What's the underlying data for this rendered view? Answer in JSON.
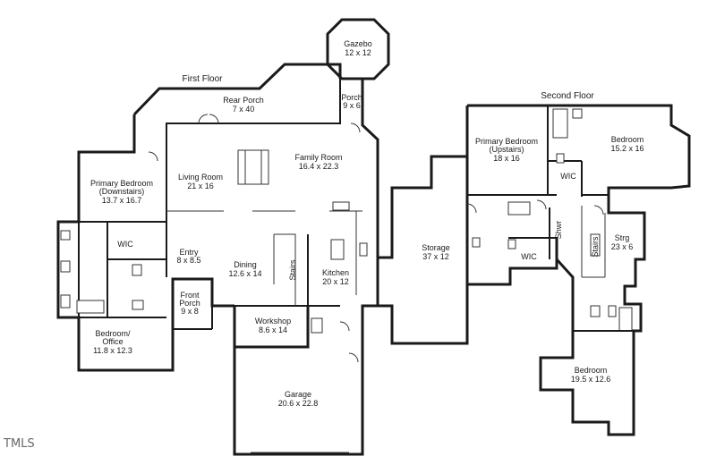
{
  "floors": {
    "first": "First Floor",
    "second": "Second Floor"
  },
  "rooms": {
    "gazebo": {
      "name": "Gazebo",
      "size": "12 x 12"
    },
    "porch": {
      "name": "Porch",
      "size": "9 x 6"
    },
    "rear_porch": {
      "name": "Rear Porch",
      "size": "7 x 40"
    },
    "family_room": {
      "name": "Family Room",
      "size": "16.4 x 22.3"
    },
    "living_room": {
      "name": "Living Room",
      "size": "21 x 16"
    },
    "primary_down": {
      "name": "Primary Bedroom",
      "name2": "(Downstairs)",
      "size": "13.7 x 16.7"
    },
    "wic_down": {
      "name": "WIC"
    },
    "entry": {
      "name": "Entry",
      "size": "8 x 8.5"
    },
    "dining": {
      "name": "Dining",
      "size": "12.6 x 14"
    },
    "stairs_down": {
      "name": "Stairs"
    },
    "kitchen": {
      "name": "Kitchen",
      "size": "20 x 12"
    },
    "front_porch": {
      "name": "Front",
      "name2": "Porch",
      "size": "9 x 8"
    },
    "workshop": {
      "name": "Workshop",
      "size": "8.6 x 14"
    },
    "bedroom_office": {
      "name": "Bedroom/",
      "name2": "Office",
      "size": "11.8 x 12.3"
    },
    "garage": {
      "name": "Garage",
      "size": "20.6 x 22.8"
    },
    "storage": {
      "name": "Storage",
      "size": "37 x 12"
    },
    "primary_up": {
      "name": "Primary Bedroom",
      "name2": "(Upstairs)",
      "size": "18 x 16"
    },
    "wic_up1": {
      "name": "WIC"
    },
    "wic_up2": {
      "name": "WIC"
    },
    "shwr": {
      "name": "Shwr"
    },
    "stairs_up": {
      "name": "Stairs"
    },
    "strg": {
      "name": "Strg",
      "size": "23 x 6"
    },
    "bedroom_up1": {
      "name": "Bedroom",
      "size": "15.2 x 16"
    },
    "bedroom_up2": {
      "name": "Bedroom",
      "size": "19.5 x 12.6"
    }
  },
  "watermark": "TMLS"
}
